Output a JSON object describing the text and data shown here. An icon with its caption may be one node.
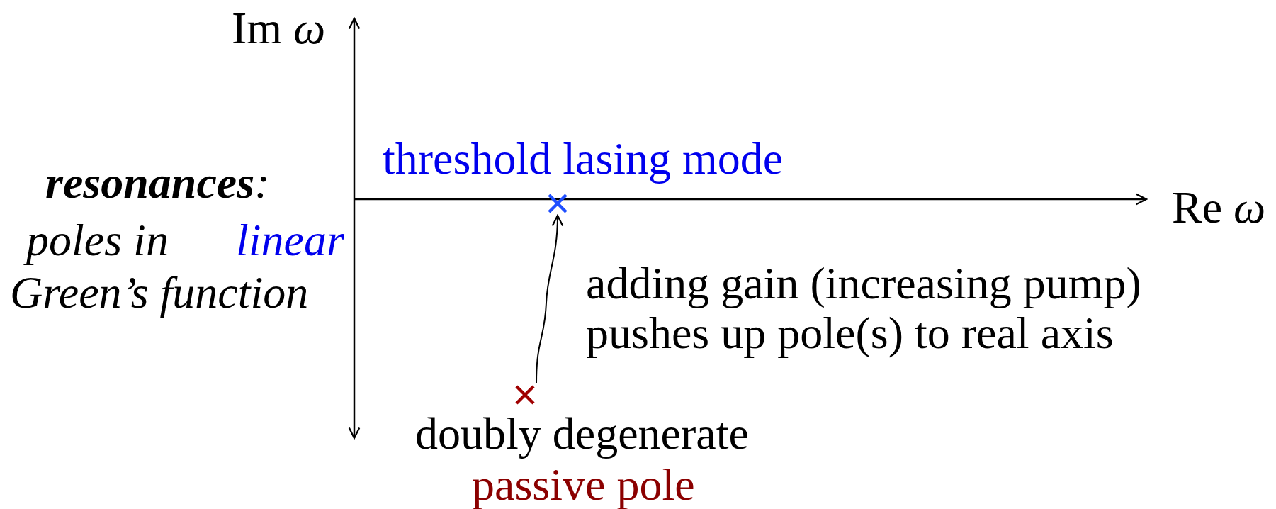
{
  "diagram": {
    "nodes": [
      {
        "text": [],
        "shape": "cross",
        "beside": [
          "threshold lasing mode"
        ]
      },
      {
        "text": [],
        "shape": "cross",
        "beside": [
          "doubly degenerate",
          "passive pole"
        ]
      }
    ],
    "edges": [
      {
        "from": 1,
        "to": 0,
        "arrow": "to",
        "label": "adding gain (increasing pump) pushes up pole(s) to real axis"
      }
    ],
    "labels": [
      "Im *ω*",
      "Re *ω*",
      "**resonances**:",
      "poles in",
      "linear",
      "Green’s function"
    ]
  }
}
